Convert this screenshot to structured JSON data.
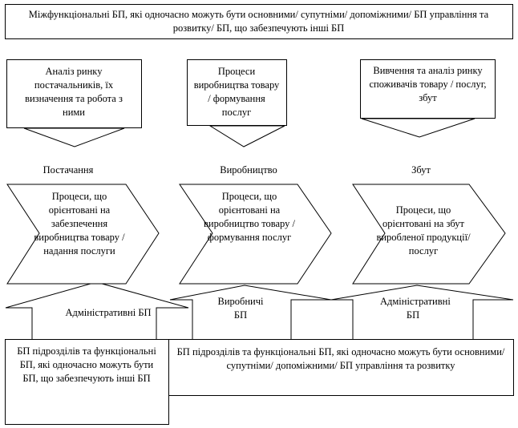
{
  "top_box": {
    "text": "Міжфункціональні БП, які одночасно можуть бути основними/ супутніми/ допоміжними/ БП управління та розвитку/ БП, що забезпечують інші БП"
  },
  "input_boxes": [
    {
      "text": "Аналіз ринку постачальників, їх визначення та робота з ними"
    },
    {
      "text": "Процеси виробництва товару / формування послуг"
    },
    {
      "text": "Вивчення та аналіз ринку споживачів товару / послуг, збут"
    }
  ],
  "stage_titles": [
    "Постачання",
    "Виробництво",
    "Збут"
  ],
  "process_chevrons": [
    {
      "text": "Процеси, що орієнтовані на забезпечення виробництва товару / надання послуги"
    },
    {
      "text": "Процеси, що орієнтовані на виробництво товару /формування послуг"
    },
    {
      "text": "Процеси, що орієнтовані на збут виробленої продукції/ послуг"
    }
  ],
  "support_arrows": [
    {
      "text": "Адміністративні БП"
    },
    {
      "text": "Виробничі БП"
    },
    {
      "text": "Адміністративні БП"
    }
  ],
  "bottom_left_box": {
    "text": "БП підрозділів та функціональні БП, які одночасно можуть бути БП, що забезпечують інші БП"
  },
  "bottom_right_box": {
    "text": "БП підрозділів та функціональні БП, які одночасно можуть бути основними/ супутніми/ допоміжними/ БП управління та розвитку"
  }
}
